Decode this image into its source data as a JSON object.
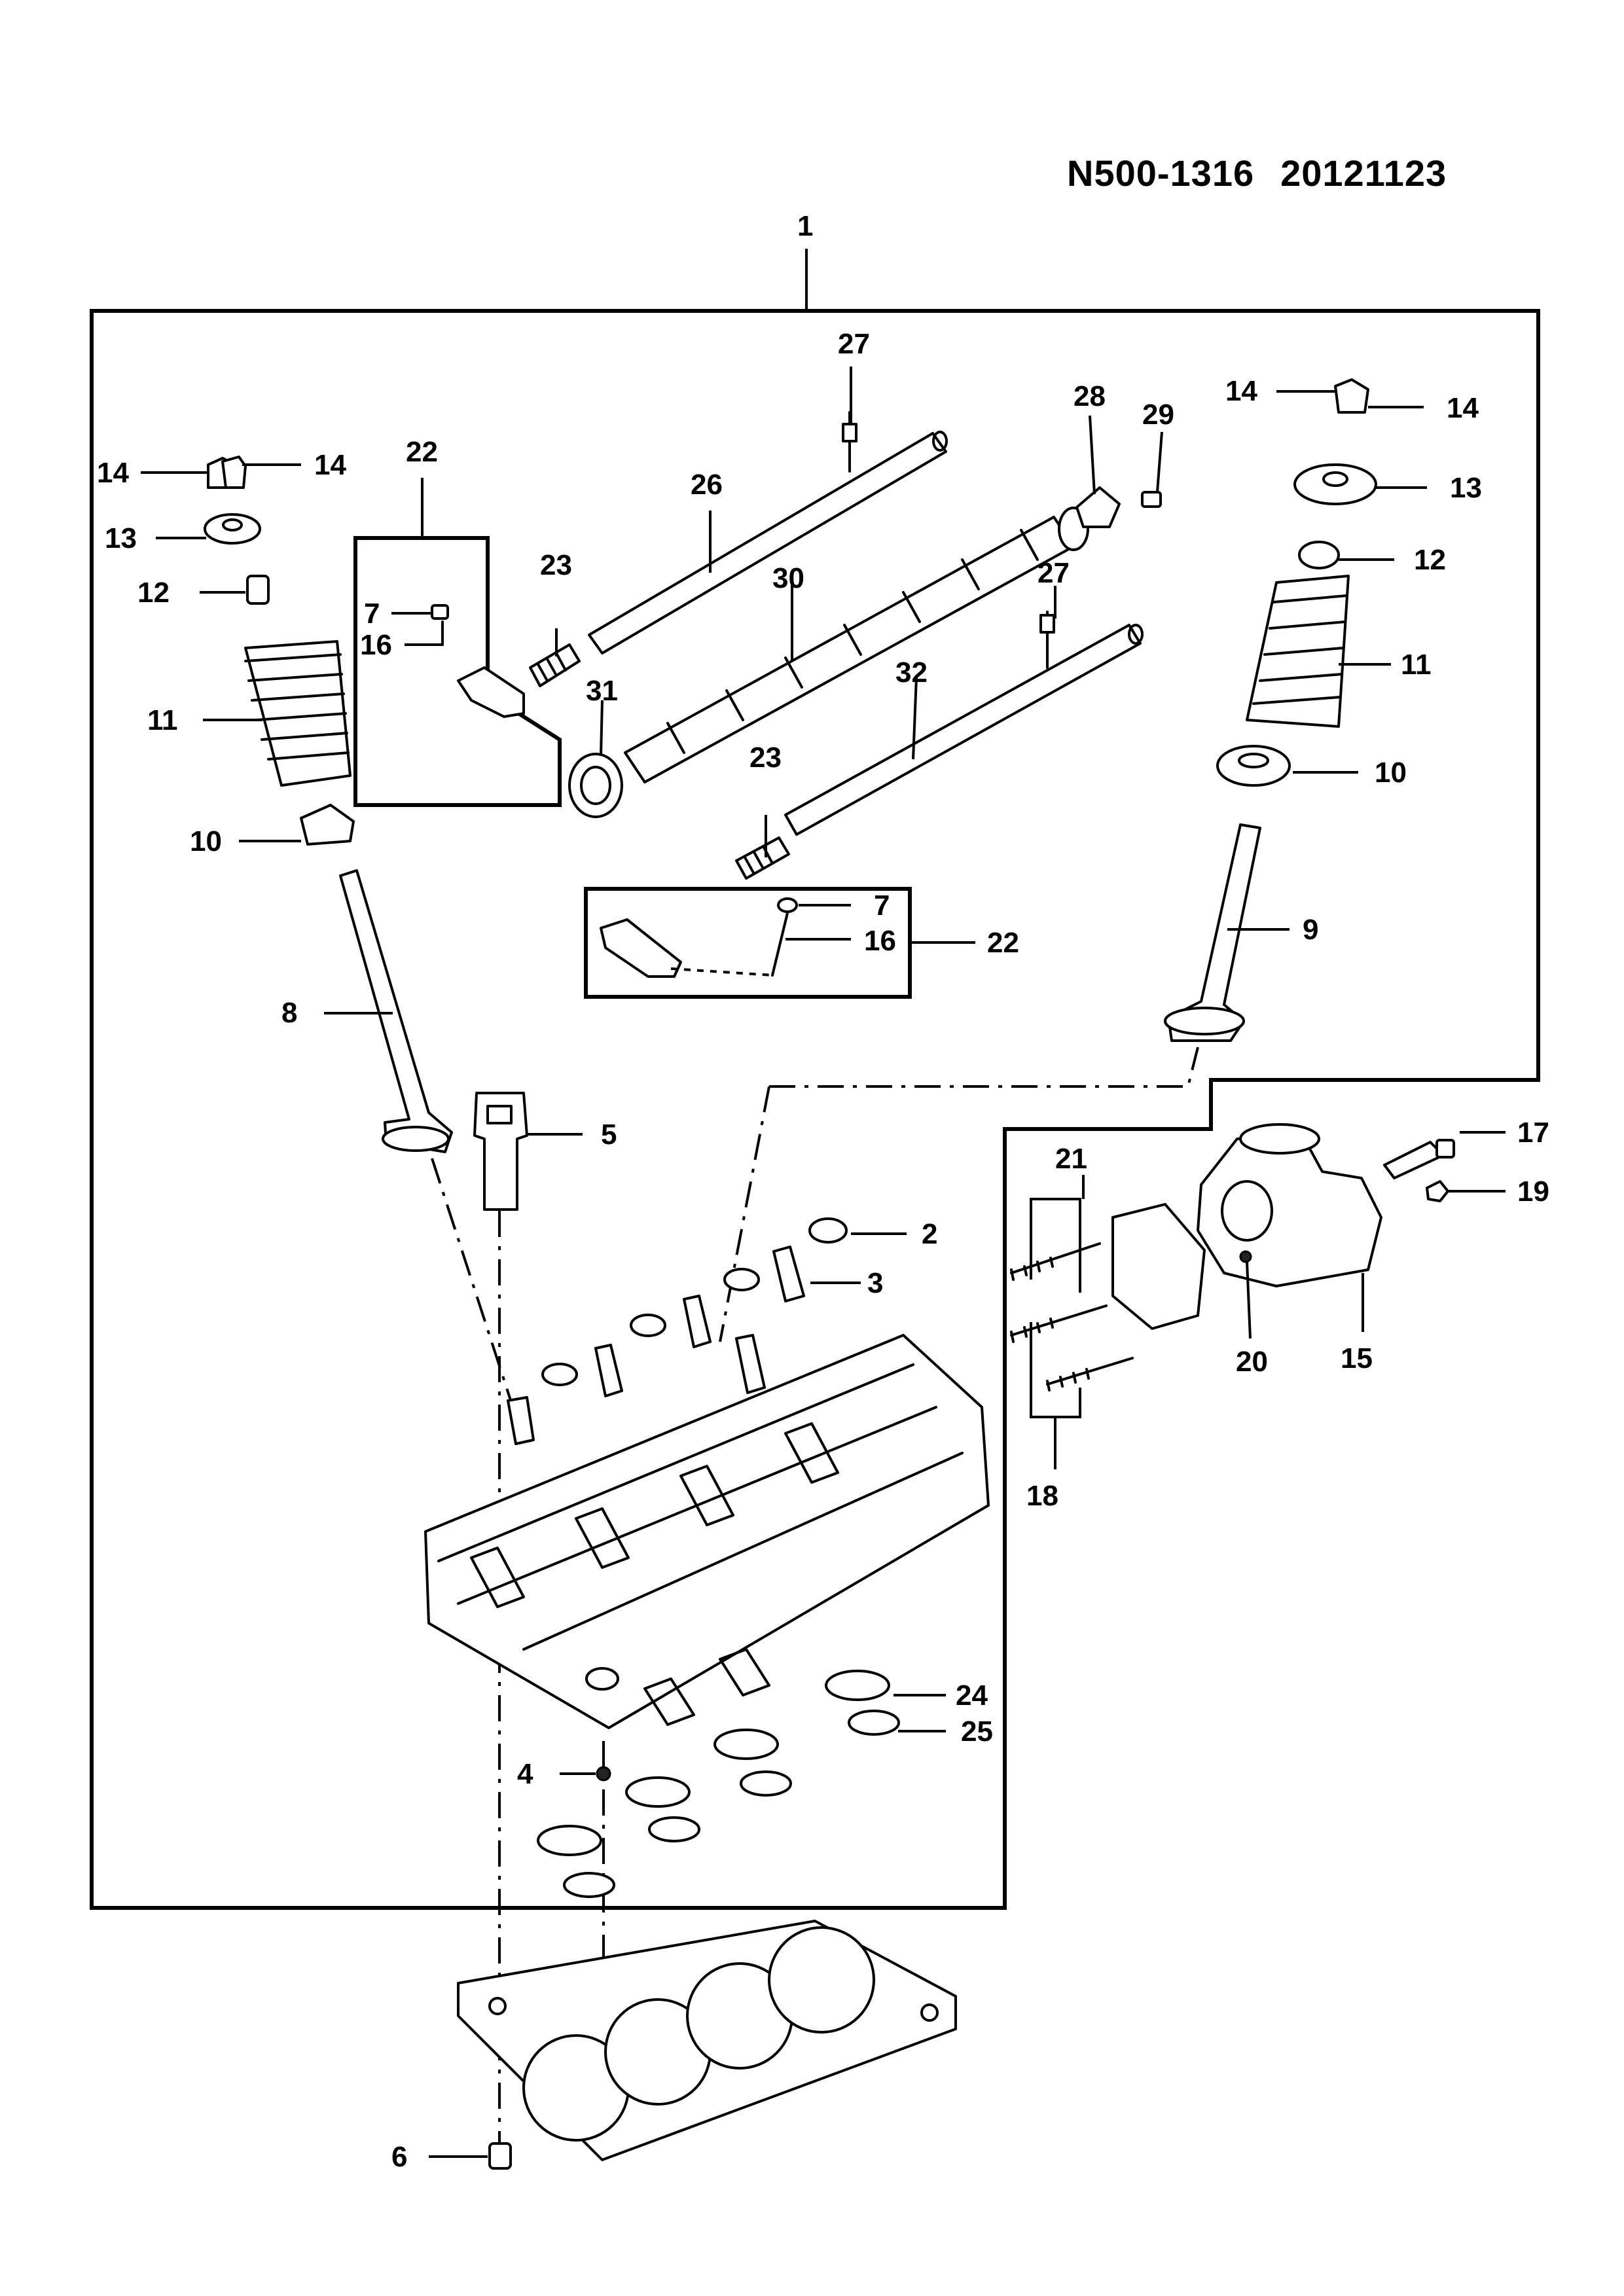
{
  "header": {
    "part_code": "N500-1316",
    "date_code": "20121123"
  },
  "callouts": {
    "c1": "1",
    "c2": "2",
    "c3": "3",
    "c4": "4",
    "c5": "5",
    "c6": "6",
    "c7a": "7",
    "c7b": "7",
    "c8": "8",
    "c9": "9",
    "c10a": "10",
    "c10b": "10",
    "c11a": "11",
    "c11b": "11",
    "c12a": "12",
    "c12b": "12",
    "c13a": "13",
    "c13b": "13",
    "c14a": "14",
    "c14b": "14",
    "c14c": "14",
    "c14d": "14",
    "c15": "15",
    "c16a": "16",
    "c16b": "16",
    "c17": "17",
    "c18": "18",
    "c19": "19",
    "c20": "20",
    "c21": "21",
    "c22a": "22",
    "c22b": "22",
    "c23a": "23",
    "c23b": "23",
    "c24": "24",
    "c25": "25",
    "c26": "26",
    "c27a": "27",
    "c27b": "27",
    "c28": "28",
    "c29": "29",
    "c30": "30",
    "c31": "31",
    "c32": "32"
  }
}
